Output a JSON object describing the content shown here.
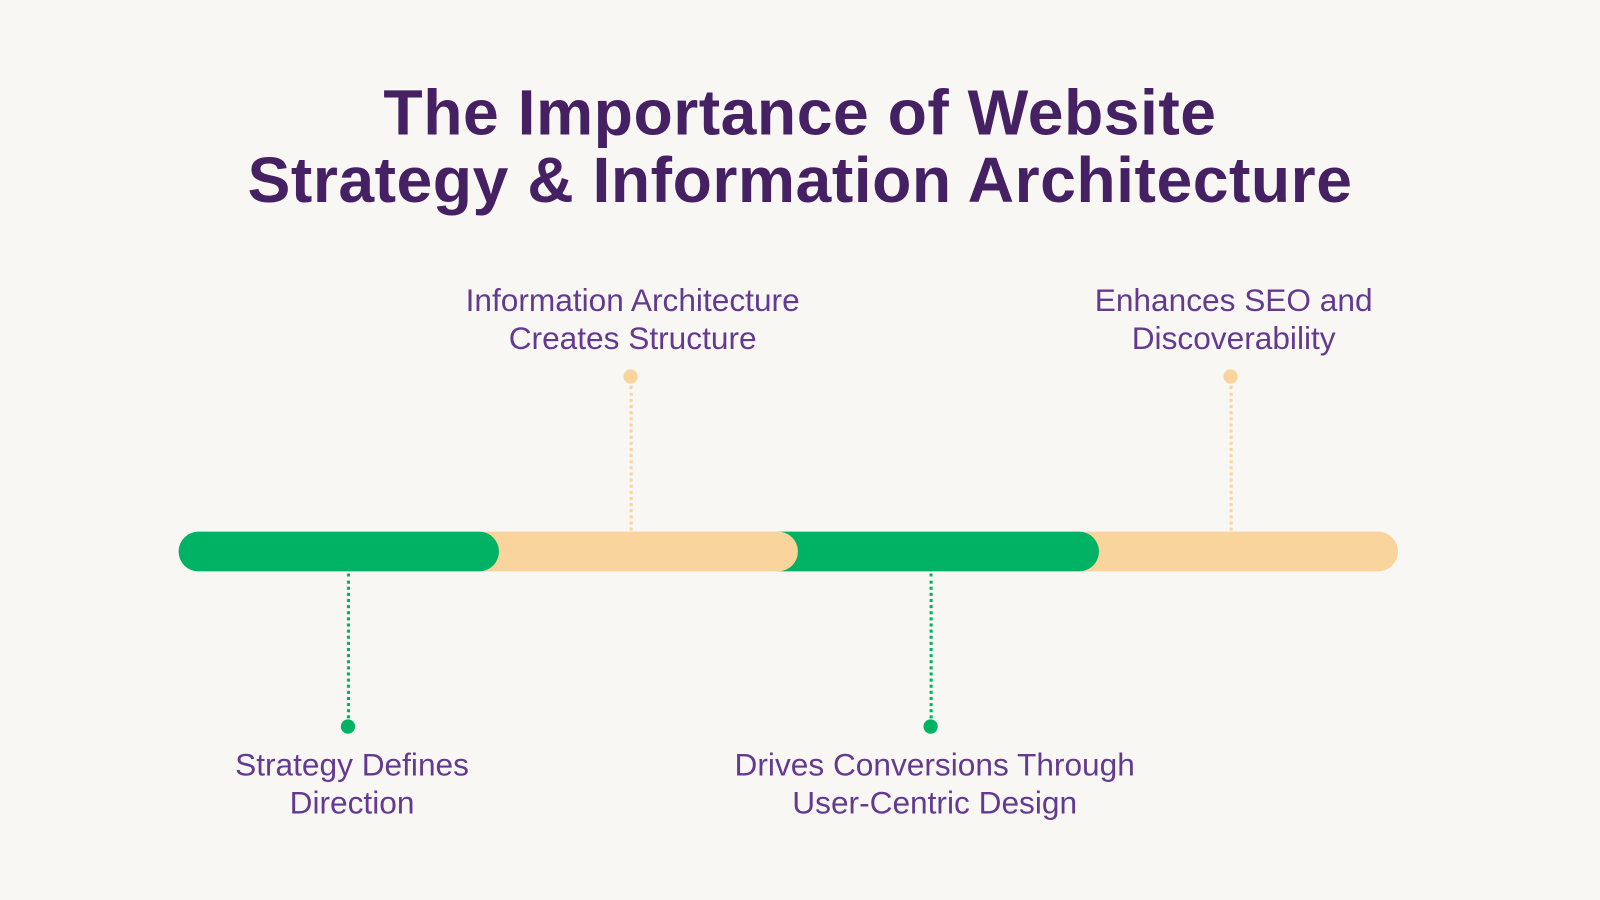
{
  "title": {
    "line1": "The Importance of Website",
    "line2": "Strategy & Information Architecture"
  },
  "milestones": [
    {
      "line1": "Strategy Defines",
      "line2": "Direction",
      "color": "#00b264"
    },
    {
      "line1": "Information Architecture",
      "line2": "Creates Structure",
      "color": "#f9d49c"
    },
    {
      "line1": "Drives Conversions Through",
      "line2": "User-Centric Design",
      "color": "#00b264"
    },
    {
      "line1": "Enhances SEO and",
      "line2": "Discoverability",
      "color": "#f9d49c"
    }
  ],
  "colors": {
    "title": "#452062",
    "label": "#643a91",
    "background": "#f8f7f4"
  }
}
